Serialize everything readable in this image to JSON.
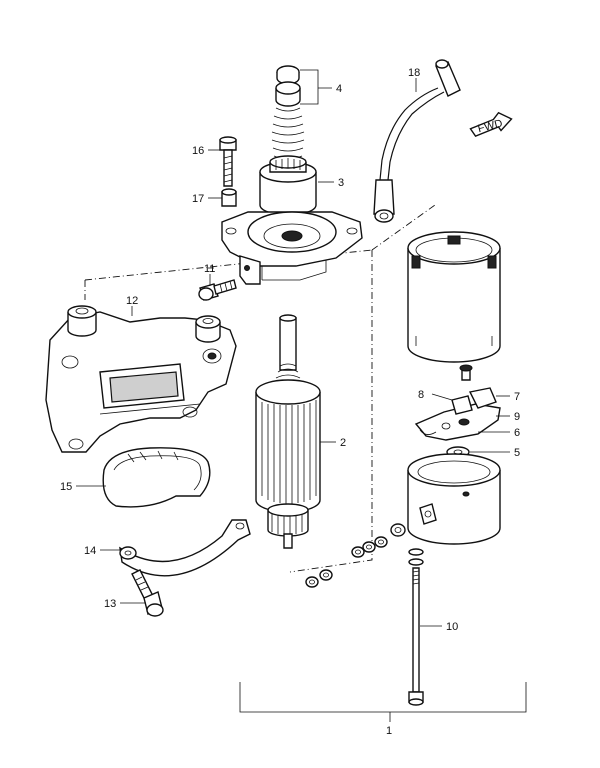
{
  "diagram": {
    "fwd_label": "FWD",
    "callouts": [
      "1",
      "2",
      "3",
      "4",
      "5",
      "6",
      "7",
      "8",
      "9",
      "10",
      "11",
      "12",
      "13",
      "14",
      "15",
      "16",
      "17",
      "18"
    ]
  }
}
